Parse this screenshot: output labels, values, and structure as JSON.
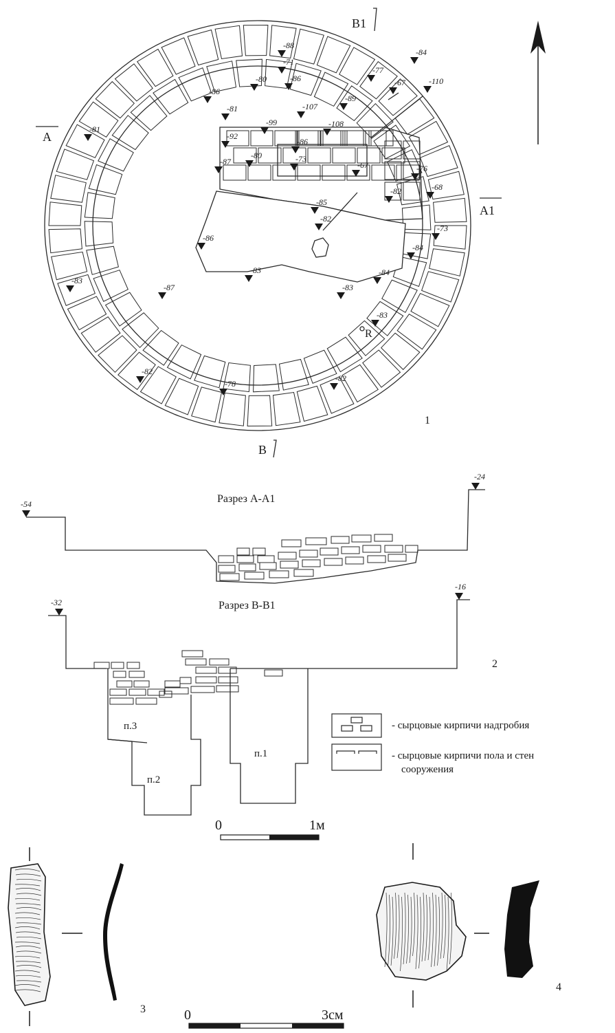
{
  "plan": {
    "section_markers": {
      "a": "A",
      "a1": "A1",
      "b": "B",
      "b1": "B1"
    },
    "figure_number": "1",
    "elevations": [
      "-88",
      "-71",
      "-86",
      "-80",
      "-77",
      "-67",
      "-84",
      "-110",
      "-86",
      "-81",
      "-99",
      "-107",
      "-89",
      "-108",
      "-86",
      "-92",
      "-80",
      "-73",
      "-67",
      "-76",
      "-87",
      "-82",
      "-68",
      "-85",
      "-82",
      "-73",
      "-86",
      "-84",
      "-83",
      "-87",
      "-83",
      "-83",
      "-84",
      "-83",
      "-82",
      "-78",
      "-82",
      "-81"
    ],
    "rock_label": "R"
  },
  "sections": {
    "aa1": {
      "title": "Разрез А-А1",
      "left_elevation": "-54",
      "right_elevation": "-24"
    },
    "bb1": {
      "title": "Разрез В-В1",
      "left_elevation": "-32",
      "right_elevation": "-16"
    },
    "figure_number": "2",
    "pits": [
      "п.1",
      "п.2",
      "п.3"
    ]
  },
  "legend": {
    "tomb_bricks": "- сырцовые кирпичи надгробия",
    "floor_bricks_line1": "- сырцовые кирпичи пола и стен",
    "floor_bricks_line2": "сооружения"
  },
  "scale_1m": {
    "start": "0",
    "end": "1м"
  },
  "scale_3cm": {
    "start": "0",
    "end": "3см"
  },
  "artifacts": {
    "fig3": "3",
    "fig4": "4"
  }
}
